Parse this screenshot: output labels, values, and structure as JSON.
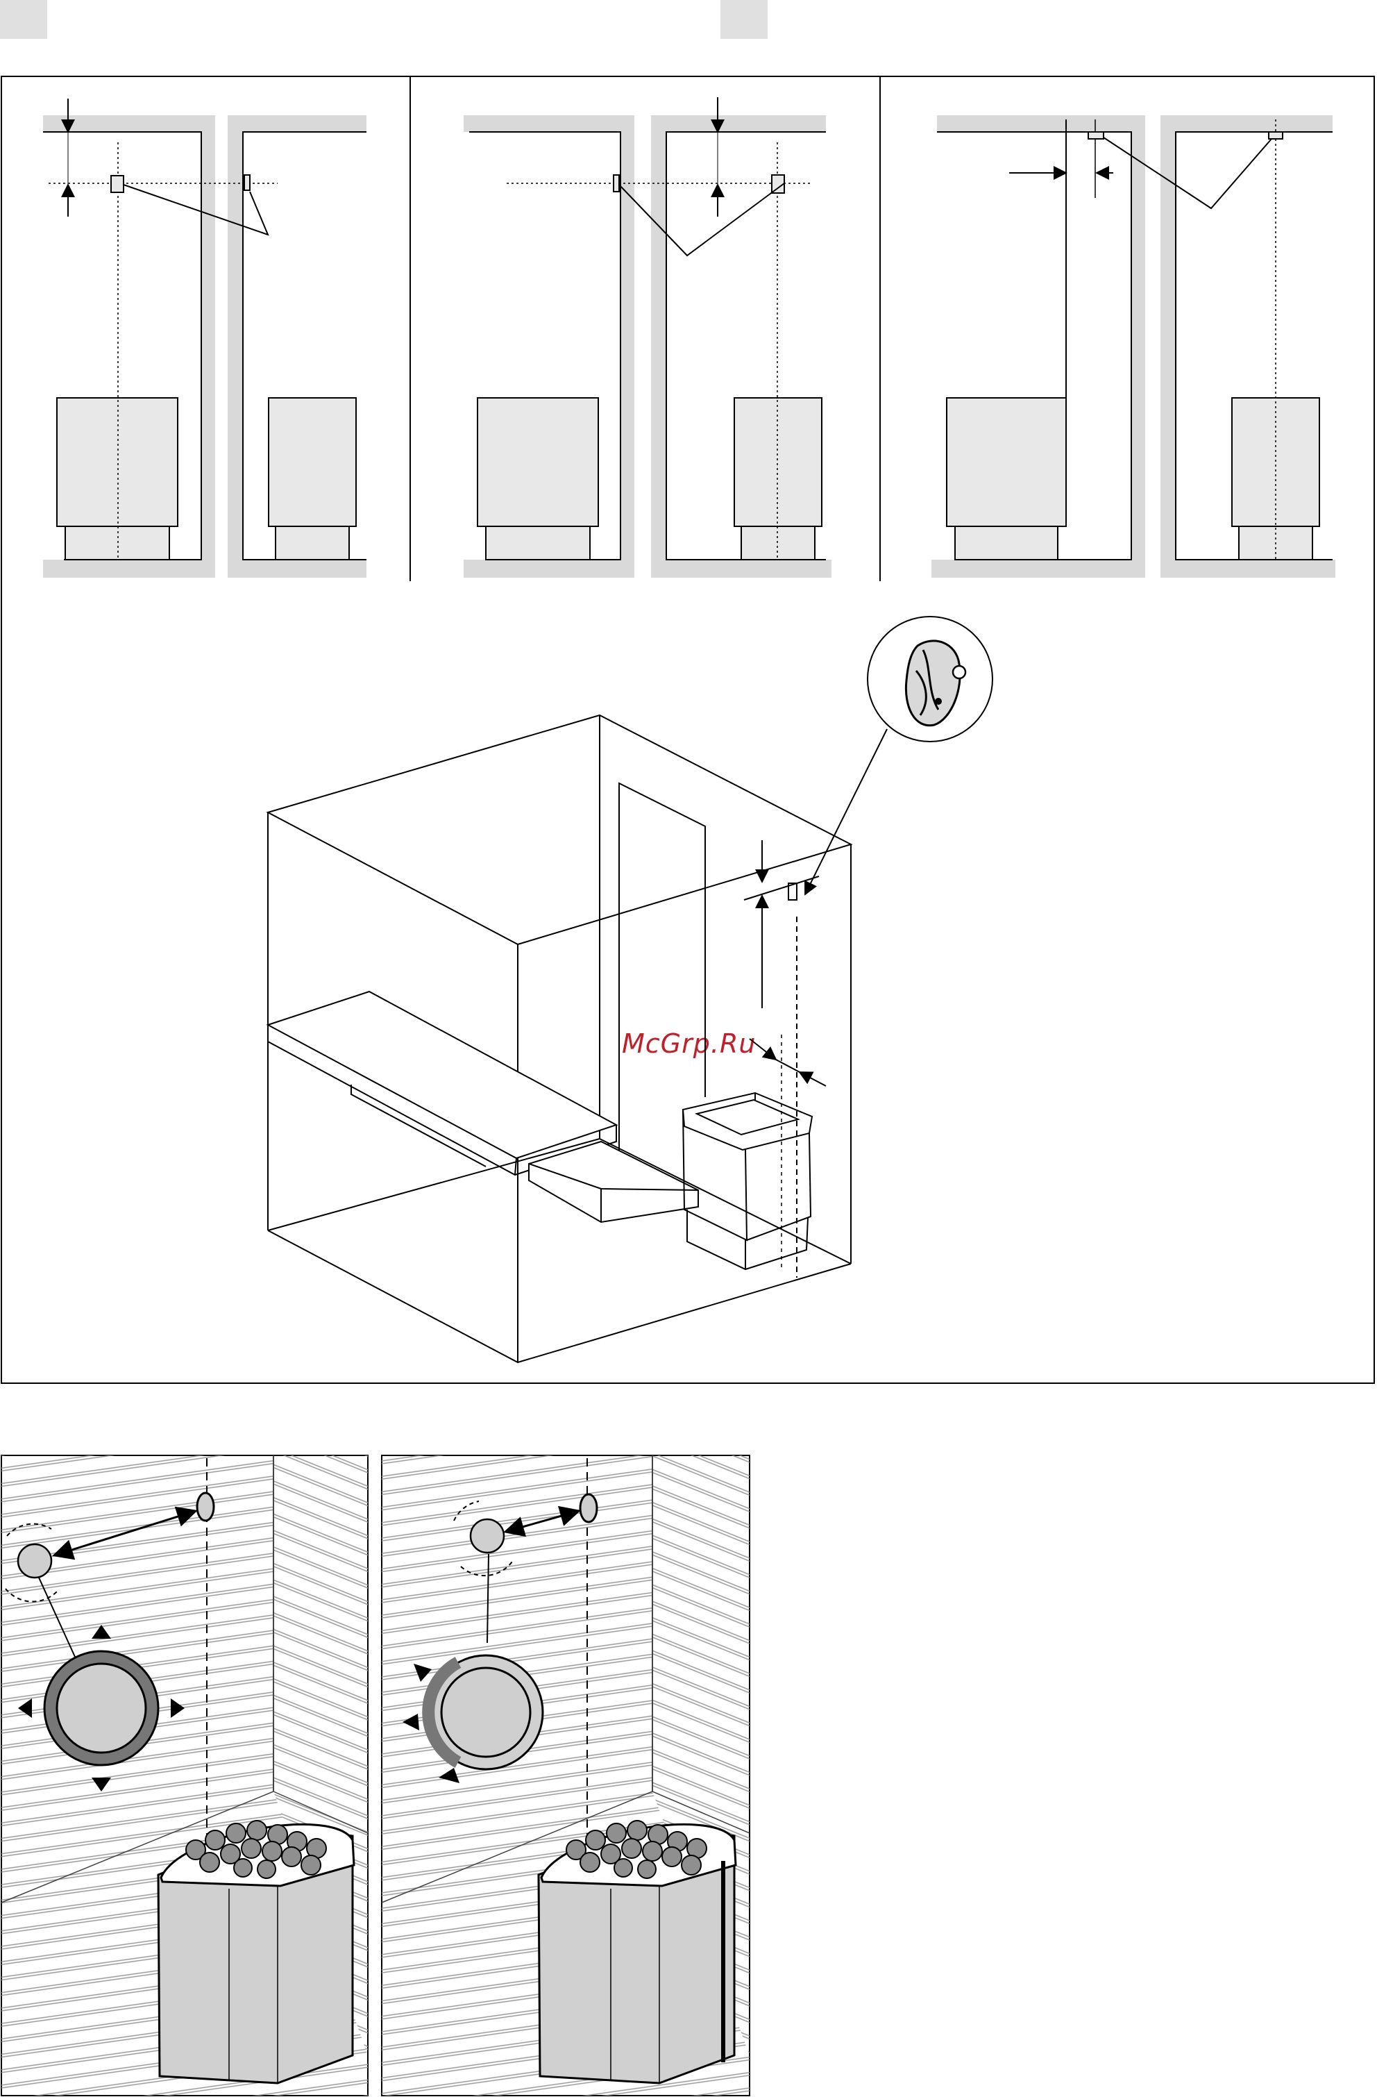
{
  "watermark": {
    "text": "McGrp.Ru",
    "color": "#c0202a"
  },
  "colors": {
    "line": "#000000",
    "wall_fill": "#d9d9d9",
    "heater_fill": "#e8e8e8",
    "stone_fill": "#8f8f8f",
    "ring_fill": "#777777",
    "panel_bg": "#ffffff"
  },
  "panels": {
    "top": {
      "count": 3
    },
    "room_view": {
      "elements": [
        "room-outline",
        "bench",
        "heater",
        "sensor",
        "sensor-detail-callout",
        "door-frame"
      ]
    },
    "bottom": {
      "count": 2
    }
  },
  "icons": [
    "arrow-icon",
    "sensor-icon",
    "heater-icon",
    "stones-icon",
    "dial-ring-icon",
    "double-arrow-icon"
  ]
}
